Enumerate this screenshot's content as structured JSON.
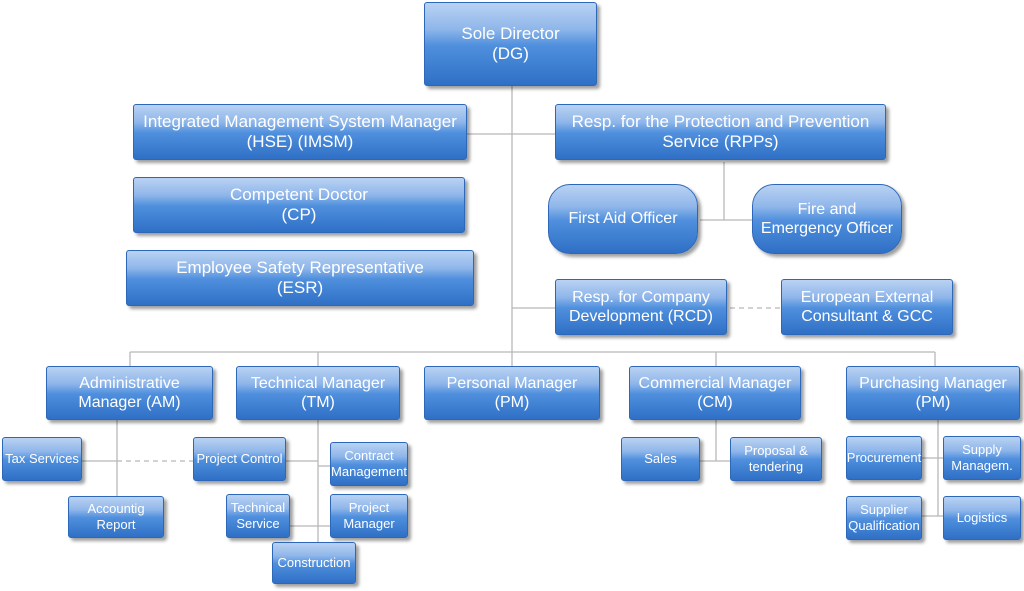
{
  "director": {
    "line1": "Sole Director",
    "line2": "(DG)"
  },
  "imsm": {
    "line1": "Integrated Management System Manager",
    "line2": "(HSE) (IMSM)"
  },
  "rpps": {
    "line1": "Resp. for the Protection and Prevention",
    "line2": "Service (RPPs)"
  },
  "cp": {
    "line1": "Competent Doctor",
    "line2": "(CP)"
  },
  "first_aid": {
    "line1": "First Aid Officer"
  },
  "fire": {
    "line1": "Fire and",
    "line2": "Emergency Officer"
  },
  "esr": {
    "line1": "Employee Safety Representative",
    "line2": "(ESR)"
  },
  "rcd": {
    "line1": "Resp. for Company",
    "line2": "Development (RCD)"
  },
  "gcc": {
    "line1": "European External",
    "line2": "Consultant & GCC"
  },
  "managers": {
    "am": {
      "line1": "Administrative",
      "line2": "Manager (AM)"
    },
    "tm": {
      "line1": "Technical Manager",
      "line2": "(TM)"
    },
    "pm": {
      "line1": "Personal Manager",
      "line2": "(PM)"
    },
    "cm": {
      "line1": "Commercial Manager",
      "line2": "(CM)"
    },
    "pur": {
      "line1": "Purchasing Manager",
      "line2": "(PM)"
    }
  },
  "units": {
    "tax": {
      "line1": "Tax Services"
    },
    "accounting": {
      "line1": "Accountig",
      "line2": "Report"
    },
    "project_control": {
      "line1": "Project Control"
    },
    "contract": {
      "line1": "Contract",
      "line2": "Management"
    },
    "tech_service": {
      "line1": "Technical",
      "line2": "Service"
    },
    "project_manager": {
      "line1": "Project",
      "line2": "Manager"
    },
    "construction": {
      "line1": "Construction"
    },
    "sales": {
      "line1": "Sales"
    },
    "proposal": {
      "line1": "Proposal &",
      "line2": "tendering"
    },
    "procurement": {
      "line1": "Procurement"
    },
    "supply": {
      "line1": "Supply",
      "line2": "Managem."
    },
    "supplier_qual": {
      "line1": "Supplier",
      "line2": "Qualification"
    },
    "logistics": {
      "line1": "Logistics"
    }
  },
  "colors": {
    "box_top": "#b9d2f2",
    "box_bottom": "#2f70c6",
    "connector": "#b8b8b8"
  }
}
